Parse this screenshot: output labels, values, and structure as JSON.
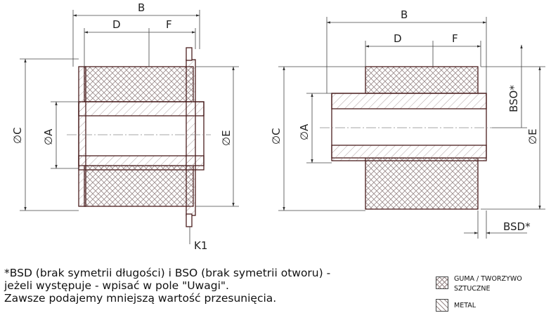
{
  "left_drawing": {
    "dim_B": "B",
    "dim_D": "D",
    "dim_F": "F",
    "dim_C": "∅C",
    "dim_A": "∅A",
    "dim_E": "∅E",
    "dim_K1": "K1"
  },
  "right_drawing": {
    "dim_B": "B",
    "dim_D": "D",
    "dim_F": "F",
    "dim_C": "∅C",
    "dim_A": "∅A",
    "dim_E": "∅E",
    "dim_BSO": "BSO*",
    "dim_BSD": "BSD*"
  },
  "note": {
    "line1": "*BSD (brak symetrii długości) i BSO (brak symetrii otworu) -",
    "line2": "jeżeli występuje - wpisać w pole \"Uwagi\".",
    "line3": "Zawsze podajemy mniejszą wartość przesunięcia."
  },
  "legend": {
    "rubber_line1": "GUMA / TWORZYWO",
    "rubber_line2": "SZTUCZNE",
    "metal": "METAL"
  },
  "colors": {
    "outline": "#4a1e1e",
    "dim_line": "#444444",
    "hatch": "#9a8a8a"
  }
}
